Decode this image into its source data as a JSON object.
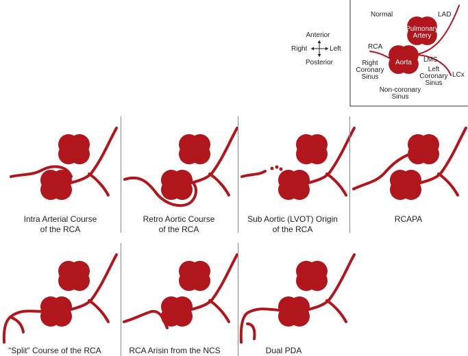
{
  "colors": {
    "vessel": "#b0161c",
    "separator": "#888888"
  },
  "orientation": {
    "anterior": "Anterior",
    "posterior": "Posterior",
    "right": "Right",
    "left": "Left"
  },
  "legend": {
    "title": "Normal",
    "lad": "LAD",
    "pulmonary": "Pulmonary\nArtery",
    "pulmonary_l1": "Pulmonary",
    "pulmonary_l2": "Artery",
    "rca": "RCA",
    "aorta": "Aorta",
    "lms": "LMS",
    "right_sinus_l1": "Right",
    "right_sinus_l2": "Coronary",
    "right_sinus_l3": "Sinus",
    "left_sinus_l1": "Left",
    "left_sinus_l2": "Coronary",
    "left_sinus_l3": "Sinus",
    "lcx": "LCx",
    "noncoronary_l1": "Non-coronary",
    "noncoronary_l2": "Sinus"
  },
  "panels": [
    {
      "variant": "intra-arterial",
      "l1": "Intra Arterial Course",
      "l2": "of the RCA"
    },
    {
      "variant": "retro-aortic",
      "l1": "Retro Aortic Course",
      "l2": "of the RCA"
    },
    {
      "variant": "sub-aortic",
      "l1": "Sub Aortic (LVOT) Origin",
      "l2": "of the RCA"
    },
    {
      "variant": "rcapa",
      "l1": "RCAPA",
      "l2": ""
    },
    {
      "variant": "split",
      "l1": "“Split” Course of the RCA",
      "l2": ""
    },
    {
      "variant": "ncs",
      "l1": "RCA Arisin from the NCS",
      "l2": ""
    },
    {
      "variant": "dual-pda",
      "l1": "Dual PDA",
      "l2": ""
    }
  ]
}
